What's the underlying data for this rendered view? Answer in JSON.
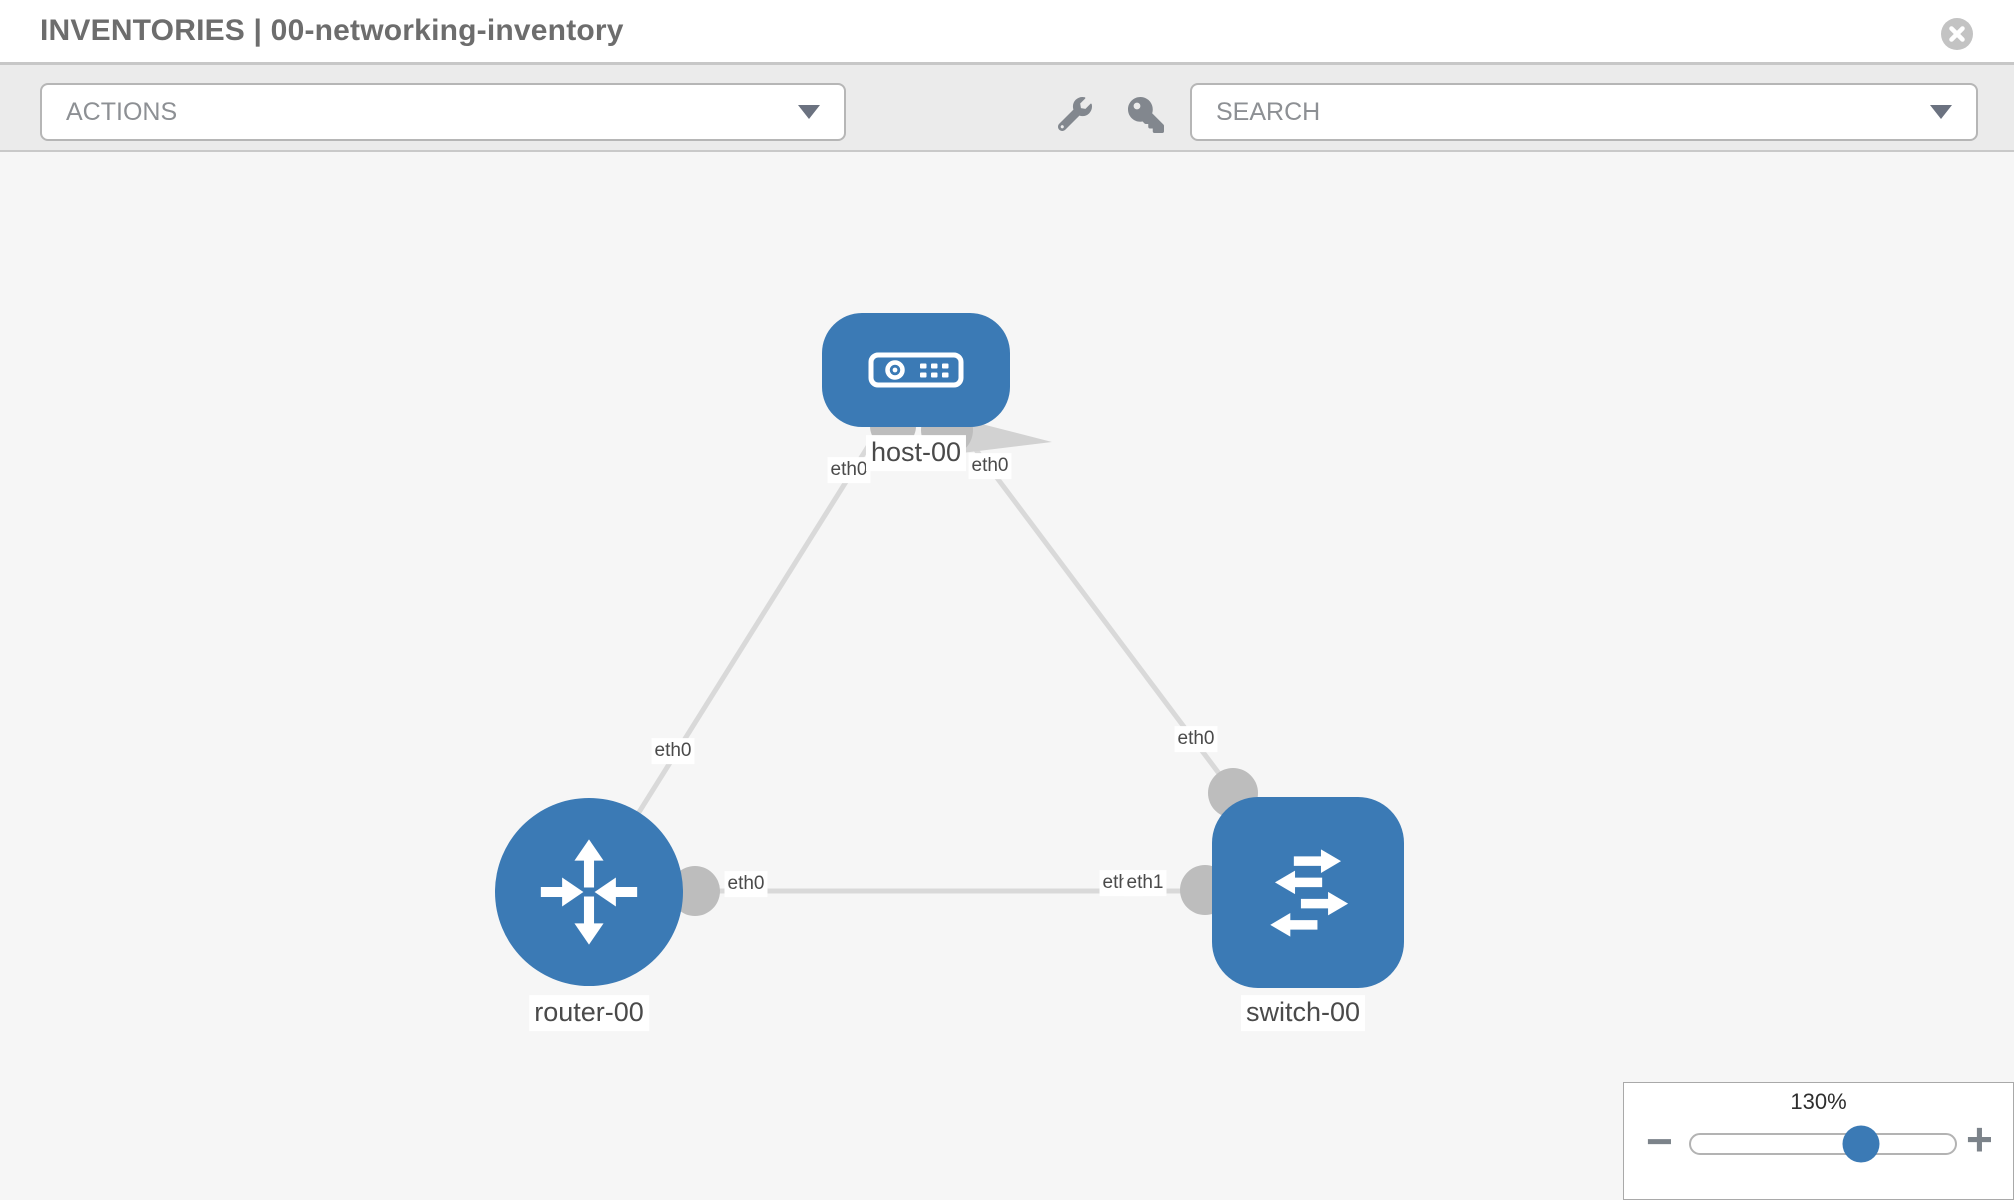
{
  "window": {
    "title": "INVENTORIES | 00-networking-inventory"
  },
  "toolbar": {
    "actions_label": "ACTIONS",
    "search_placeholder": "SEARCH",
    "icon_names": [
      "wrench-icon",
      "key-icon"
    ]
  },
  "topology": {
    "nodes": [
      {
        "name": "host-00",
        "type": "host"
      },
      {
        "name": "router-00",
        "type": "router"
      },
      {
        "name": "switch-00",
        "type": "switch"
      }
    ],
    "links": [
      {
        "source": "host-00",
        "source_interface": "eth0",
        "target": "router-00",
        "target_interface": "eth0"
      },
      {
        "source": "host-00",
        "source_interface": "eth0",
        "target": "switch-00",
        "target_interface": "eth0"
      },
      {
        "source": "router-00",
        "source_interface": "eth0",
        "target": "switch-00",
        "target_interface": "eth1"
      }
    ],
    "labels": {
      "host_if_left": "eth0",
      "host_if_right": "eth0",
      "host_router_if": "eth0",
      "host_switch_if": "eth0",
      "router_if": "eth0",
      "switch_if_back": "eth0",
      "switch_if_front": "eth1"
    }
  },
  "zoom_control": {
    "value": "130%",
    "minus_label": "−",
    "plus_label": "+",
    "slider_percent": 64.5
  },
  "colors": {
    "node_blue": "#3b7ab5",
    "link_gray": "#d9d9d9",
    "connector_gray": "#bdbdbd",
    "toolbar_gray": "#ebebeb",
    "canvas_gray": "#f6f6f6",
    "title_gray": "#6d6d6d"
  }
}
